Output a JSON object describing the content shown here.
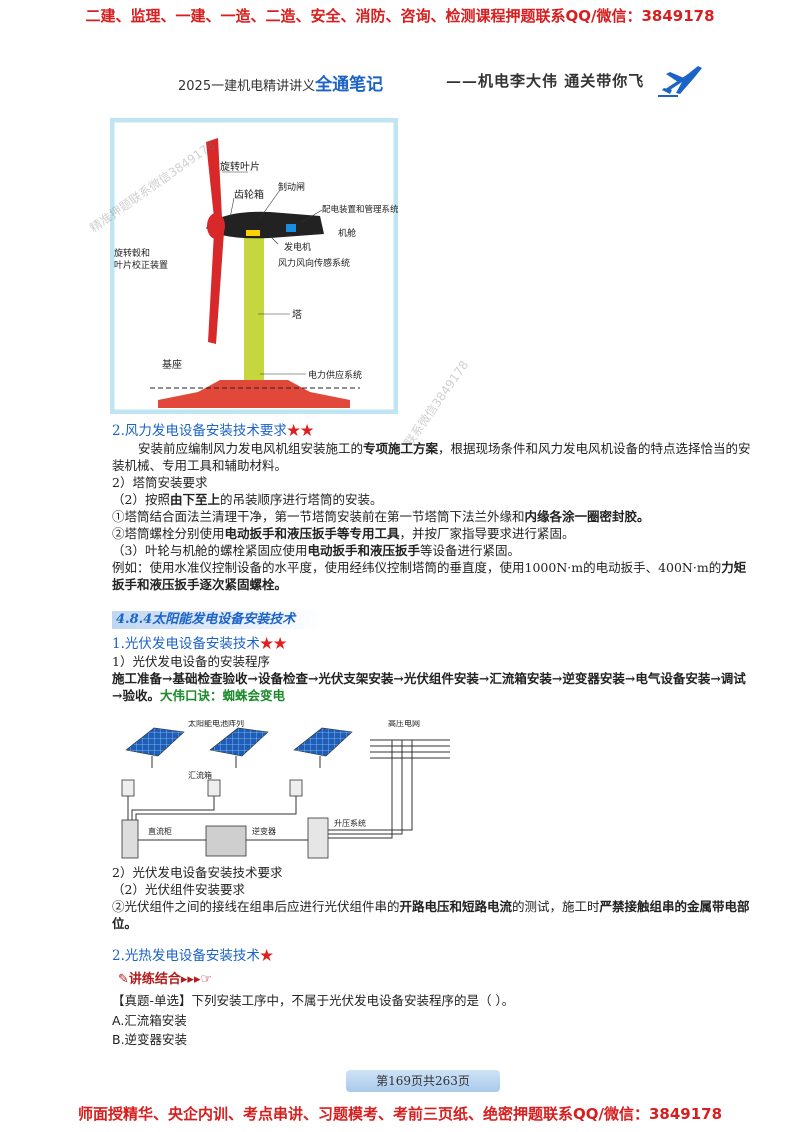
{
  "banners": {
    "top": "二建、监理、一建、一造、二造、安全、消防、咨询、检测课程押题联系QQ/微信：3849178",
    "bottom": "师面授精华、央企内训、考点串讲、习题模考、考前三页纸、绝密押题联系QQ/微信：3849178"
  },
  "header": {
    "title_prefix": "2025一建机电精讲讲义",
    "title_emph": "全通笔记",
    "slogan": "——机电李大伟 通关带你飞",
    "icon": "airplane-icon"
  },
  "turbine": {
    "labels": {
      "blade": "旋转叶片",
      "gearbox": "齿轮箱",
      "brake": "制动闸",
      "controller": "配电装置和管理系统",
      "nacelle": "机舱",
      "generator": "发电机",
      "wind_sensor": "风力风向传感系统",
      "hub": "旋转毂和",
      "pitch": "叶片校正装置",
      "tower": "塔",
      "base": "基座",
      "power": "电力供应系统"
    },
    "colors": {
      "blade": "#d8282a",
      "tower": "#bfd23a",
      "base": "#e2483a",
      "frame": "#bfe4f2"
    }
  },
  "s2": {
    "head": "2.风力发电设备安装技术要求",
    "stars": "★★",
    "p1_a": "安装前应编制风力发电风机组安装施工的",
    "p1_b": "专项施工方案",
    "p1_c": "，根据现场条件和风力发电风机设备的特点选择恰当的安装机械、专用工具和辅助材料。",
    "p2": "2）塔筒安装要求",
    "p3_a": "（2）按照",
    "p3_b": "由下至上",
    "p3_c": "的吊装顺序进行塔筒的安装。",
    "p4_a": "①塔筒结合面法兰清理干净，第一节塔筒安装前在第一节塔筒下法兰外缘和",
    "p4_b": "内缘各涂一圈密封胶。",
    "p5_a": "②塔筒螺栓分别使用",
    "p5_b": "电动扳手和液压扳手等专用工具",
    "p5_c": "，并按厂家指导要求进行紧固。",
    "p6_a": "（3）叶轮与机舱的螺栓紧固应使用",
    "p6_b": "电动扳手和液压扳手",
    "p6_c": "等设备进行紧固。",
    "p7_a": "例如：使用水准仪控制设备的水平度，使用经纬仪控制塔筒的垂直度，使用1000N·m的电动扳手、400N·m的",
    "p7_b": "力矩扳手和液压扳手逐次紧固螺栓。"
  },
  "s484": {
    "head": "4.8.4太阳能发电设备安装技术"
  },
  "s1": {
    "head": "1.光伏发电设备安装技术",
    "stars": "★★",
    "p1": "1）光伏发电设备的安装程序",
    "flow": "施工准备→基础检查验收→设备检查→光伏支架安装→光伏组件安装→汇流箱安装→逆变器安装→电气设备安装→调试→验收。",
    "mnemonic": "大伟口诀：蜘蛛会变电",
    "p2": "2）光伏发电设备安装技术要求",
    "p3": "（2）光伏组件安装要求",
    "p4_a": "②光伏组件之间的接线在组串后应进行光伏组件串的",
    "p4_b": "开路电压和短路电流",
    "p4_c": "的测试，施工时",
    "p4_d": "严禁接触组串的金属带电部位。"
  },
  "pv": {
    "array": "太阳能电池阵列",
    "grid": "高压电网",
    "combiner": "汇流箱",
    "dc_cabinet": "直流柜",
    "inverter": "逆变器",
    "boost": "升压系统"
  },
  "s2b": {
    "head": "2.光热发电设备安装技术",
    "stars": "★"
  },
  "practice": {
    "label": "✎讲练结合▸▸▸☞",
    "question": "【真题-单选】下列安装工序中，不属于光伏发电设备安装程序的是（    ）。",
    "option_a": "A.汇流箱安装",
    "option_b": "B.逆变器安装"
  },
  "footer": {
    "page": "第169页共263页"
  },
  "watermarks": {
    "w1": "精准押题联系微信3849178",
    "w2": "联系微信3849178"
  }
}
